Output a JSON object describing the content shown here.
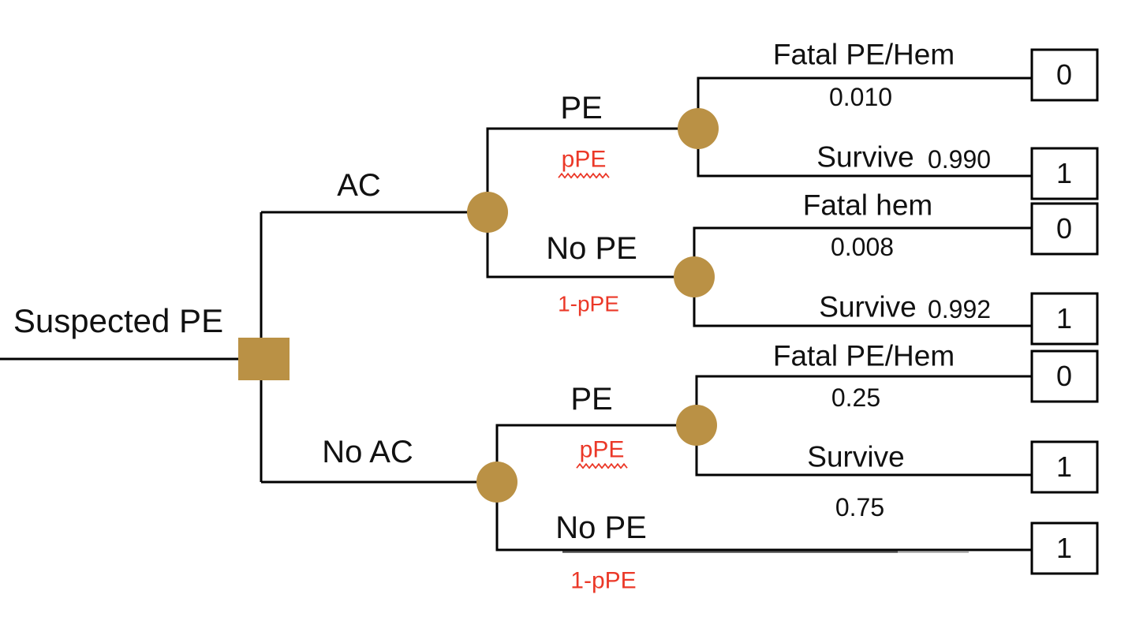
{
  "diagram_type": "decision-tree",
  "colors": {
    "node_fill": "#BA9145",
    "probability_label_red": "#EB3828",
    "line": "#000000",
    "terminal_box_border": "#000000"
  },
  "tree": {
    "root_label": "Suspected PE",
    "root_node_type": "decision-square",
    "arms": [
      {
        "label": "AC",
        "node_type": "chance-circle",
        "branches": [
          {
            "label": "PE",
            "probability_expr": "pPE",
            "node_type": "chance-circle",
            "outcomes": [
              {
                "label": "Fatal PE/Hem",
                "probability": "0.010",
                "payoff": "0"
              },
              {
                "label": "Survive",
                "probability": "0.990",
                "payoff": "1"
              }
            ]
          },
          {
            "label": "No PE",
            "probability_expr": "1-pPE",
            "node_type": "chance-circle",
            "outcomes": [
              {
                "label": "Fatal hem",
                "probability": "0.008",
                "payoff": "0"
              },
              {
                "label": "Survive",
                "probability": "0.992",
                "payoff": "1"
              }
            ]
          }
        ]
      },
      {
        "label": "No AC",
        "node_type": "chance-circle",
        "branches": [
          {
            "label": "PE",
            "probability_expr": "pPE",
            "node_type": "chance-circle",
            "outcomes": [
              {
                "label": "Fatal PE/Hem",
                "probability": "0.25",
                "payoff": "0"
              },
              {
                "label": "Survive",
                "probability": "0.75",
                "payoff": "1"
              }
            ]
          },
          {
            "label": "No PE",
            "probability_expr": "1-pPE",
            "node_type": "terminal",
            "payoff": "1"
          }
        ]
      }
    ]
  }
}
